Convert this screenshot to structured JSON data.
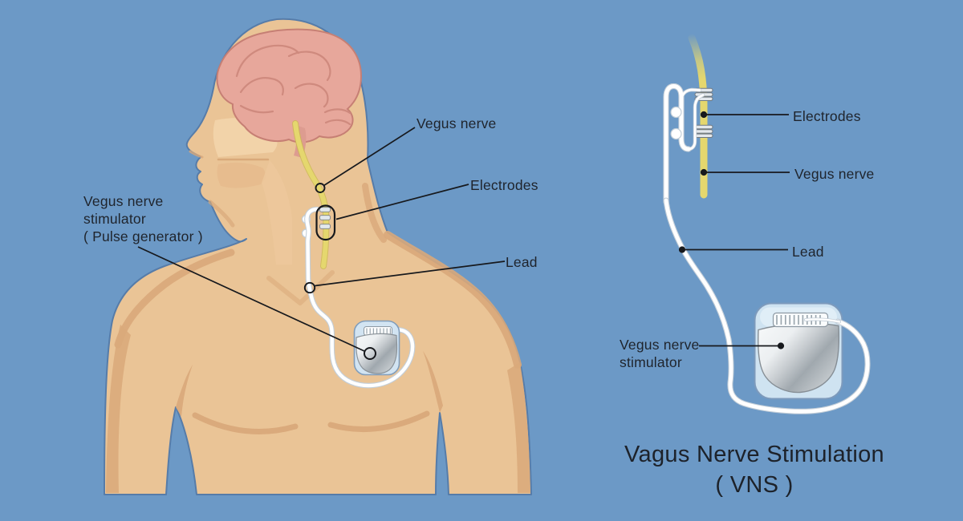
{
  "diagram": {
    "title_line1": "Vagus Nerve Stimulation",
    "title_line2": "( VNS )"
  },
  "figure_left": {
    "description": "human-body-overview",
    "labels": {
      "vagus_nerve": "Vegus nerve",
      "electrodes": "Electrodes",
      "lead": "Lead",
      "stimulator_line1": "Vegus nerve",
      "stimulator_line2": "stimulator",
      "stimulator_line3": "( Pulse generator )"
    }
  },
  "figure_right": {
    "description": "implant-detail-view",
    "labels": {
      "electrodes": "Electrodes",
      "vagus_nerve": "Vegus nerve",
      "lead": "Lead",
      "stimulator_line1": "Vegus nerve",
      "stimulator_line2": "stimulator"
    }
  },
  "colors": {
    "background": "#6c99c6",
    "skin": "#eac496",
    "skin_shadow": "#d9a97a",
    "brain": "#e7a79b",
    "brain_lines": "#cf8a7e",
    "nerve_yellow": "#e5d76e",
    "lead_white": "#ffffff",
    "device_metal": "#c6cbcf",
    "device_casing": "#cfe3f1",
    "label_text": "#1f242c",
    "callout_line": "#17191d"
  }
}
